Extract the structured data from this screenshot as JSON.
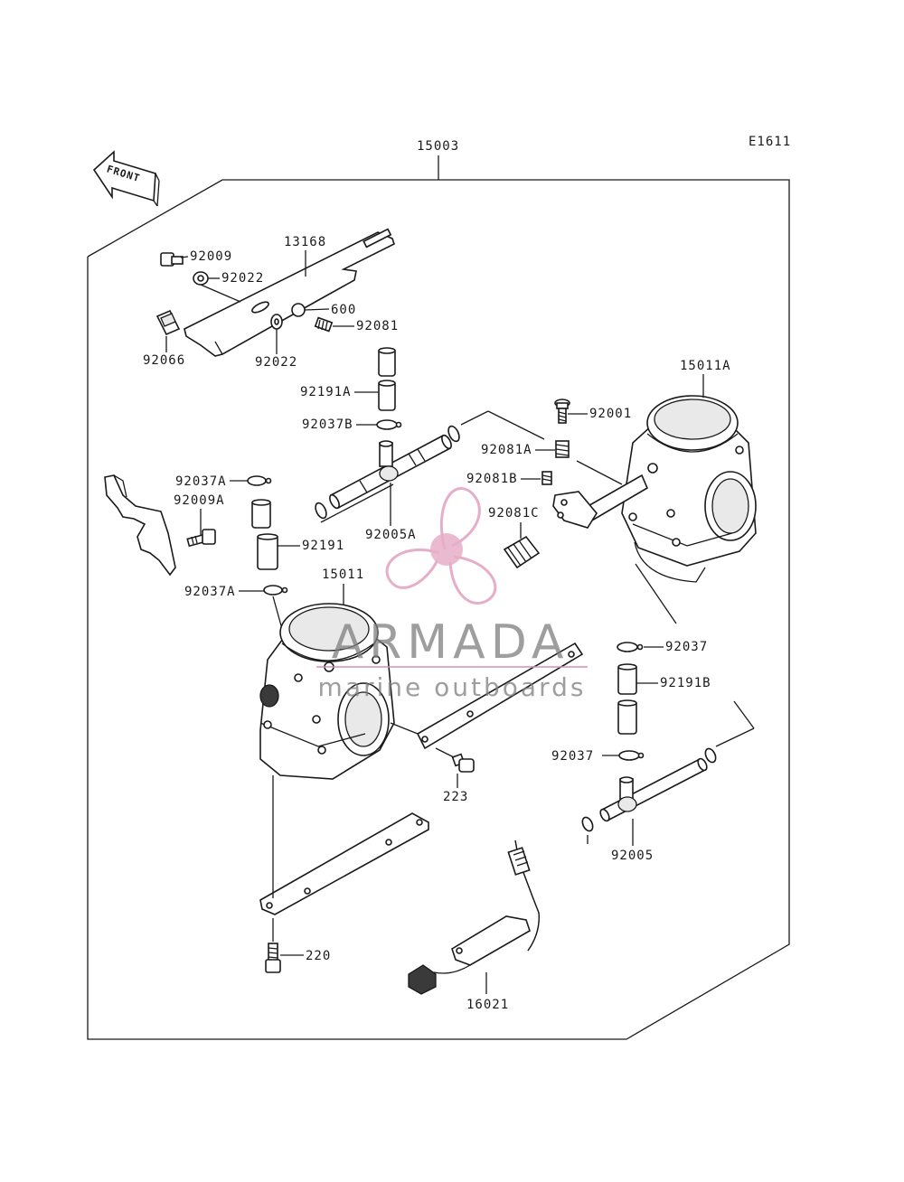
{
  "diagram": {
    "code": "E1611",
    "front_label": "FRONT",
    "labels": {
      "l15003": "15003",
      "l13168": "13168",
      "l92009": "92009",
      "l92022a": "92022",
      "l600": "600",
      "l92081": "92081",
      "l92066": "92066",
      "l92022b": "92022",
      "l15011A": "15011A",
      "l92191A": "92191A",
      "l92001": "92001",
      "l92037B": "92037B",
      "l92081A": "92081A",
      "l92037A_1": "92037A",
      "l92081B": "92081B",
      "l92009A": "92009A",
      "l92081C": "92081C",
      "l92191": "92191",
      "l92005A": "92005A",
      "l15011": "15011",
      "l92037A_2": "92037A",
      "l92037_1": "92037",
      "l92191B": "92191B",
      "l223": "223",
      "l92037_2": "92037",
      "l92005": "92005",
      "l220": "220",
      "l16021": "16021"
    }
  },
  "watermark": {
    "brand": "ARMADA",
    "tagline": "marine outboards",
    "color_pink": "#e6aec8",
    "color_pink_dark": "#d98fb0",
    "color_gray": "#7d7d7d"
  }
}
